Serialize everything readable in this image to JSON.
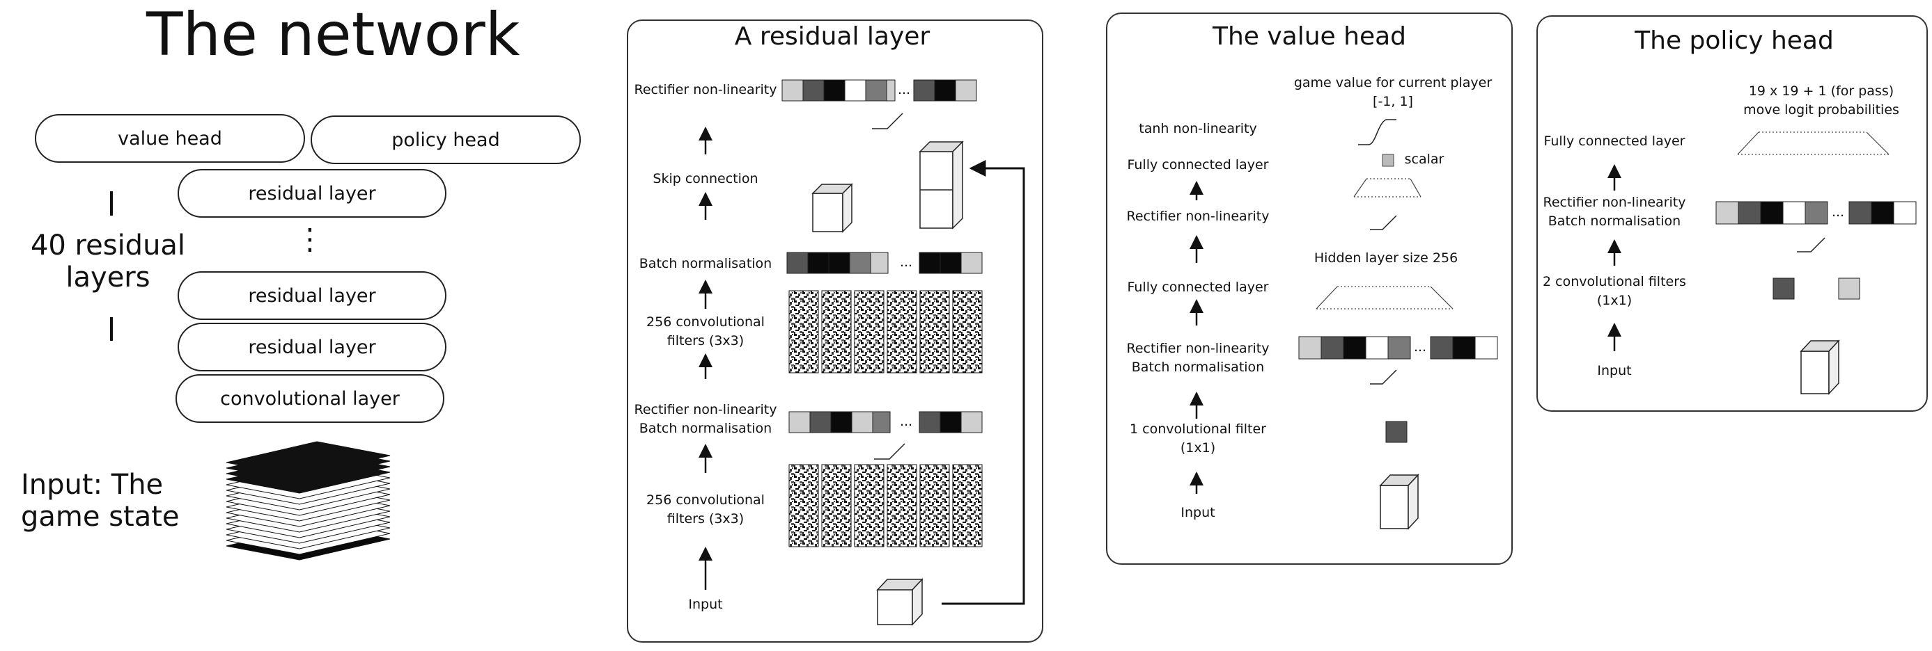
{
  "network": {
    "title": "The network",
    "pills": {
      "value_head": "value head",
      "policy_head": "policy head",
      "residual_top": "residual layer",
      "dots": "⋮",
      "residual_mid": "residual layer",
      "residual_bottom": "residual layer",
      "conv": "convolutional layer"
    },
    "residual_count": "40 residual\nlayers",
    "input_label": "Input: The\ngame state"
  },
  "residual_panel": {
    "title": "A residual layer",
    "labels": {
      "rectifier": "Rectifier non-linearity",
      "skip": "Skip connection",
      "batchnorm": "Batch normalisation",
      "conv1": "256 convolutional\nfilters (3x3)",
      "rect_bn": "Rectifier non-linearity\nBatch normalisation",
      "conv2": "256 convolutional\nfilters (3x3)",
      "input": "Input"
    },
    "ellipsis": "..."
  },
  "value_panel": {
    "title": "The value head",
    "labels": {
      "tanh": "tanh non-linearity",
      "fc1": "Fully connected layer",
      "rect": "Rectifier non-linearity",
      "fc2": "Fully connected layer",
      "rect_bn": "Rectifier non-linearity\nBatch normalisation",
      "conv": "1 convolutional filter\n(1x1)",
      "input": "Input",
      "game_value": "game value for current player\n[-1, 1]",
      "scalar": "scalar",
      "hidden": "Hidden layer size 256"
    },
    "ellipsis": "..."
  },
  "policy_panel": {
    "title": "The policy head",
    "labels": {
      "fc": "Fully connected layer",
      "rect_bn": "Rectifier non-linearity\nBatch normalisation",
      "conv": "2 convolutional filters\n(1x1)",
      "input": "Input",
      "output": "19 x 19 + 1 (for pass)\nmove logit probabilities"
    },
    "ellipsis": "..."
  },
  "colors": {
    "stroke": "#222222",
    "black": "#0a0a0a",
    "dark_gray": "#555555",
    "mid_gray": "#7a7a7a",
    "light_gray": "#cfcfcf",
    "white": "#ffffff"
  }
}
